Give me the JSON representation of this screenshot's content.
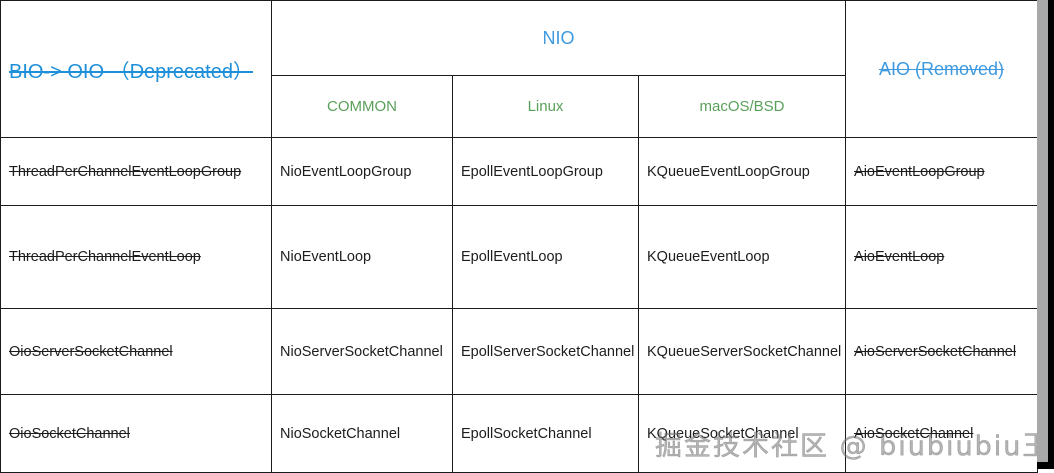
{
  "table": {
    "header": {
      "bio_label": "BIO-> OIO （Deprecated）",
      "nio_label": "NIO",
      "aio_label": "AIO (Removed)",
      "sub_headers": [
        "COMMON",
        "Linux",
        "macOS/BSD"
      ]
    },
    "rows": [
      {
        "bio": "ThreadPerChannelEventLoopGroup",
        "common": "NioEventLoopGroup",
        "linux": "EpollEventLoopGroup",
        "macos": "KQueueEventLoopGroup",
        "aio": "AioEventLoopGroup"
      },
      {
        "bio": "ThreadPerChannelEventLoop",
        "common": "NioEventLoop",
        "linux": "EpollEventLoop",
        "macos": "KQueueEventLoop",
        "aio": "AioEventLoop"
      },
      {
        "bio": "OioServerSocketChannel",
        "common": "NioServerSocketChannel",
        "linux": "EpollServerSocketChannel",
        "macos": "KQueueServerSocketChannel",
        "aio": "AioServerSocketChannel"
      },
      {
        "bio": "OioSocketChannel",
        "common": "NioSocketChannel",
        "linux": "EpollSocketChannel",
        "macos": "KQueueSocketChannel",
        "aio": "AioSocketChannel"
      }
    ]
  },
  "watermark": {
    "text": "掘金技术社区 @ biubiubiu王大锤"
  },
  "colors": {
    "header_blue": "#3d9ae0",
    "subheader_green": "#5aa05a",
    "body_text": "#1d1d1d",
    "border": "#1b1b1b",
    "scrollbar_thumb": "#a8a8a8"
  }
}
